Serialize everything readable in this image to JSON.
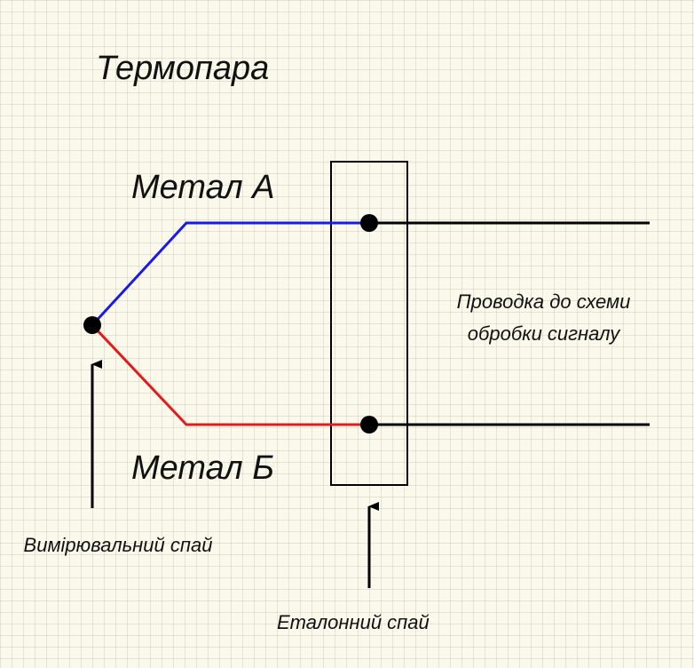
{
  "title": "Термопара",
  "labels": {
    "metal_a": "Метал А",
    "metal_b": "Метал Б",
    "wiring": "Проводка до схеми обробки сигналу",
    "measuring_junction": "Вимірювальний спай",
    "reference_junction": "Еталонний спай"
  },
  "colors": {
    "metal_a_wire": "#1a1ae6",
    "metal_b_wire": "#e61a1a",
    "output_wire": "#000000",
    "background": "#fbf9ec",
    "grid": "#d8d6c4"
  }
}
